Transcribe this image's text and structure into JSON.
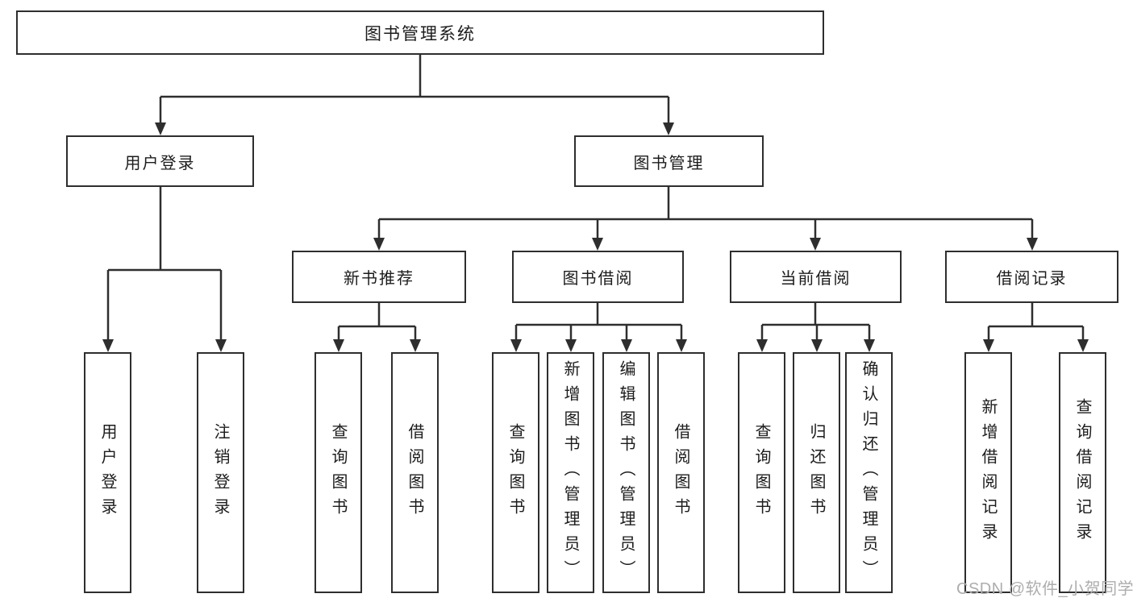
{
  "root": {
    "label": "图书管理系统"
  },
  "user_login": {
    "label": "用户登录",
    "children": [
      {
        "label": "用户登录"
      },
      {
        "label": "注销登录"
      }
    ]
  },
  "book_mgmt": {
    "label": "图书管理",
    "groups": [
      {
        "label": "新书推荐",
        "children": [
          {
            "label": "查询图书"
          },
          {
            "label": "借阅图书"
          }
        ]
      },
      {
        "label": "图书借阅",
        "children": [
          {
            "label": "查询图书"
          },
          {
            "label": "新增图书（管理员）"
          },
          {
            "label": "编辑图书（管理员）"
          },
          {
            "label": "借阅图书"
          }
        ]
      },
      {
        "label": "当前借阅",
        "children": [
          {
            "label": "查询图书"
          },
          {
            "label": "归还图书"
          },
          {
            "label": "确认归还（管理员）"
          }
        ]
      },
      {
        "label": "借阅记录",
        "children": [
          {
            "label": "新增借阅记录"
          },
          {
            "label": "查询借阅记录"
          }
        ]
      }
    ]
  },
  "watermark": "CSDN @软件_小贺同学",
  "colors": {
    "line": "#2e2e2e",
    "text": "#1c1c1c",
    "watermark": "#adadad"
  }
}
